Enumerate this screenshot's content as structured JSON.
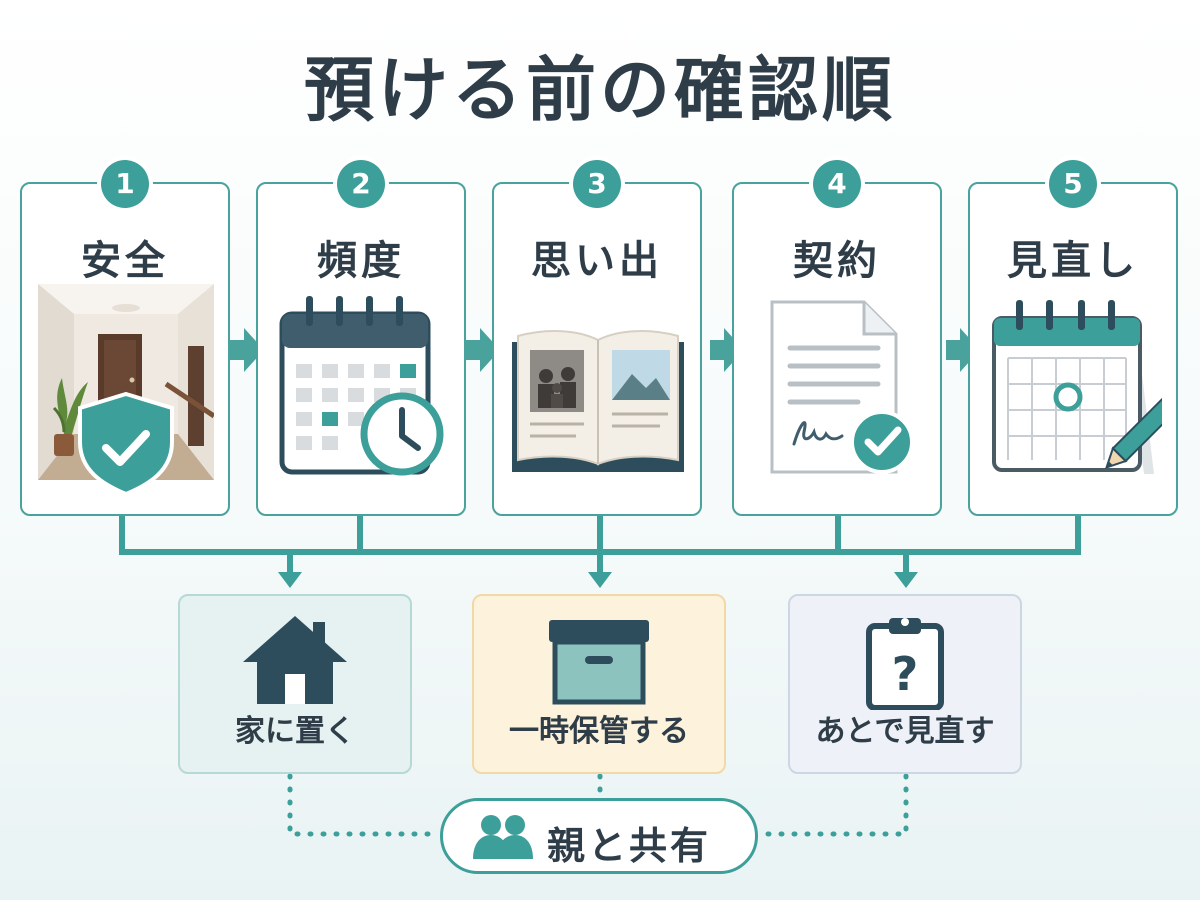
{
  "title": "預ける前の確認順",
  "steps": [
    {
      "number": "1",
      "label": "安全",
      "icon": "hallway-shield-icon"
    },
    {
      "number": "2",
      "label": "頻度",
      "icon": "calendar-clock-icon"
    },
    {
      "number": "3",
      "label": "思い出",
      "icon": "photo-album-icon"
    },
    {
      "number": "4",
      "label": "契約",
      "icon": "signed-contract-icon"
    },
    {
      "number": "5",
      "label": "見直し",
      "icon": "calendar-pencil-icon"
    }
  ],
  "outcomes": [
    {
      "label": "家に置く",
      "icon": "house-icon",
      "bg": "#e6f2f1",
      "border": "#b7d9d6"
    },
    {
      "label": "一時保管する",
      "icon": "storage-box-icon",
      "bg": "#fdf3dd",
      "border": "#f0d9a6"
    },
    {
      "label": "あとで見直す",
      "icon": "clipboard-question-icon",
      "bg": "#eef2f8",
      "border": "#cdd6e3"
    }
  ],
  "share": {
    "label": "親と共有",
    "icon": "people-icon"
  },
  "colors": {
    "accent": "#3d9f99",
    "dark": "#2e4d5c",
    "title": "#2e3d48"
  }
}
